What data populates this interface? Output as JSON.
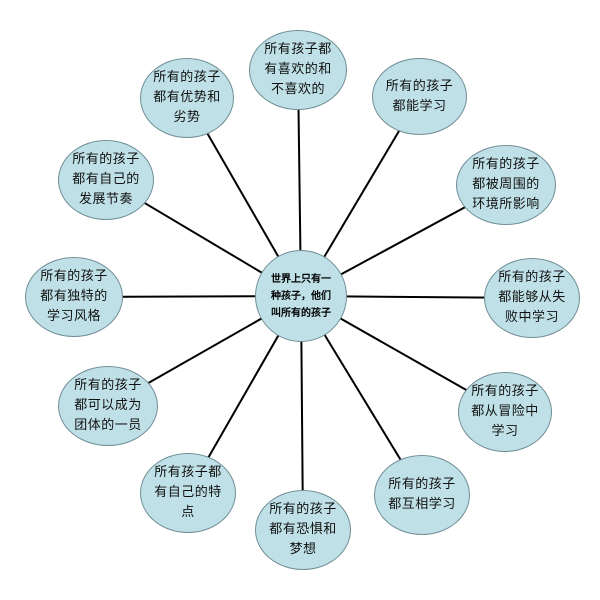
{
  "colors": {
    "node_fill": "#bfe0e6",
    "node_border": "#6f8e95",
    "connector": "#000000"
  },
  "center": {
    "text": "世界上只有一\n种孩子，他们\n叫所有的孩子"
  },
  "nodes": [
    {
      "id": "n-top",
      "text": "所有孩子都\n有喜欢的和\n不喜欢的"
    },
    {
      "id": "n-learn",
      "text": "所有的孩子\n都能学习"
    },
    {
      "id": "n-environment",
      "text": "所有的孩子\n都被周围的\n环境所影响"
    },
    {
      "id": "n-failure",
      "text": "所有的孩子\n都能够从失\n败中学习"
    },
    {
      "id": "n-adventure",
      "text": "所有的孩子\n都从冒险中\n学习"
    },
    {
      "id": "n-mutual",
      "text": "所有的孩子\n都互相学习"
    },
    {
      "id": "n-fears",
      "text": "所有的孩子\n都有恐惧和\n梦想"
    },
    {
      "id": "n-traits",
      "text": "所有孩子都\n有自己的特\n点"
    },
    {
      "id": "n-group",
      "text": "所有的孩子\n都可以成为\n团体的一员"
    },
    {
      "id": "n-style",
      "text": "所有的孩子\n都有独特的\n学习风格"
    },
    {
      "id": "n-pace",
      "text": "所有的孩子\n都有自己的\n发展节奏"
    },
    {
      "id": "n-strengths",
      "text": "所有的孩子\n都有优势和\n劣势"
    }
  ]
}
